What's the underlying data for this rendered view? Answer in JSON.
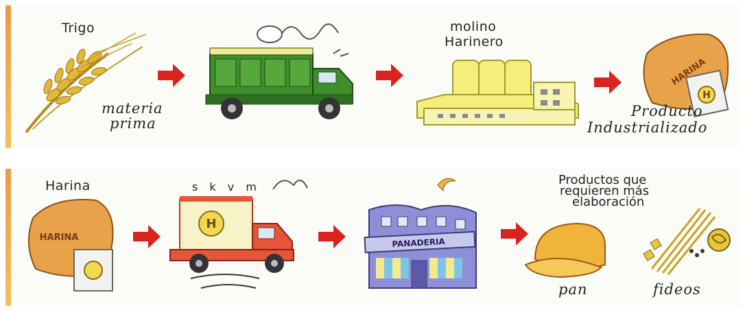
{
  "top_row": {
    "step1_label": "Trigo",
    "step1_note_line1": "materia",
    "step1_note_line2": "prima",
    "step3_label_line1": "molino",
    "step3_label_line2": "Harinero",
    "step4_label_line1": "Producto",
    "step4_label_line2": "Industrializado",
    "sack_text": "HARINA",
    "box_letter": "H"
  },
  "bottom_row": {
    "step1_label": "Harina",
    "sack_text": "HARINA",
    "van_sound": "s k v m",
    "van_letter": "H",
    "bakery_sign": "PANADERIA",
    "step4_label_line1": "Productos que",
    "step4_label_line2": "requieren más",
    "step4_label_line3": "elaboración",
    "bread_label": "pan",
    "noodles_label": "fideos"
  },
  "colors": {
    "arrow": "#d8231e",
    "truck": "#3f8f2c",
    "silo": "#f5ee7c",
    "sack": "#e8a24a",
    "van": "#e4553a",
    "bakery": "#8f8fd8"
  }
}
